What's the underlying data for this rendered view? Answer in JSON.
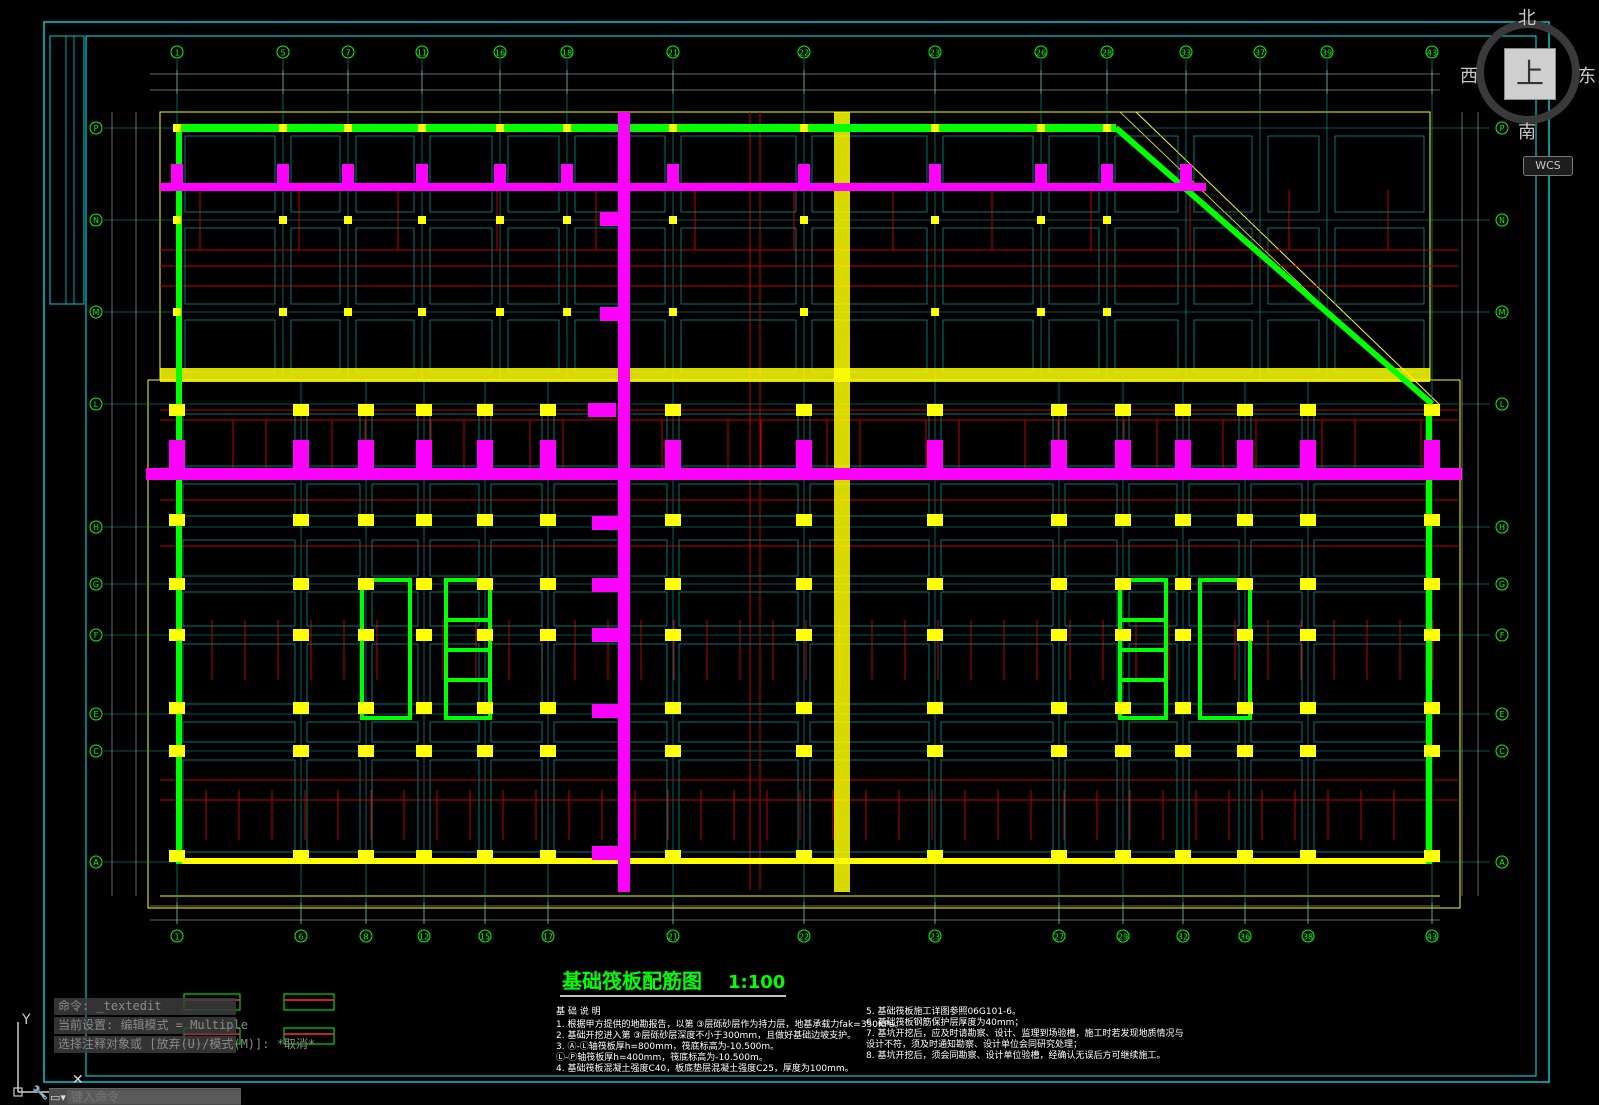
{
  "drawing": {
    "title": "基础筏板配筋图",
    "scale": "1:100",
    "grid_top": [
      "1",
      "5",
      "7",
      "11",
      "16",
      "18",
      "21",
      "22",
      "23",
      "26",
      "28",
      "33",
      "37",
      "39",
      "43"
    ],
    "grid_bottom": [
      "1",
      "6",
      "8",
      "12",
      "15",
      "17",
      "21",
      "22",
      "23",
      "27",
      "29",
      "32",
      "36",
      "38",
      "43"
    ],
    "grid_rows": [
      "P",
      "N",
      "M",
      "L",
      "H",
      "G",
      "F",
      "E",
      "C",
      "A"
    ],
    "notes_heading": "基 础 说 明",
    "notes_left": [
      "1. 根据甲方提供的地勘报告，以第 ③层砾砂层作为持力层，地基承载力fak=350KPa。",
      "2. 基础开挖进入第 ③层砾砂层深度不小于300mm，且做好基础边坡支护。",
      "3. Ⓐ-Ⓛ轴筏板厚h=800mm，筏底标高为-10.500m。",
      "   Ⓛ-Ⓟ轴筏板厚h=400mm，筏底标高为-10.500m。",
      "4. 基础筏板混凝土强度C40，板底垫层混凝土强度C25，厚度为100mm。"
    ],
    "notes_right": [
      "5. 基础筏板施工详图参照06G101-6。",
      "6. 基础筏板钢筋保护层厚度为40mm；",
      "7. 基坑开挖后，应及时请勘察、设计、监理到场验槽，施工时若发现地质情况与",
      "   设计不符，须及时通知勘察、设计单位会同研究处理；",
      "8. 基坑开挖后，须会同勘察、设计单位验槽，经确认无误后方可继续施工。"
    ]
  },
  "viewcube": {
    "north": "北",
    "south": "南",
    "west": "西",
    "east": "东",
    "face": "上",
    "wcs_label": "WCS"
  },
  "command": {
    "history": [
      "命令: _textedit",
      "当前设置: 编辑模式 = Multiple",
      "选择注释对象或 [放弃(U)/模式(M)]: *取消*"
    ],
    "input_placeholder": "键入命令"
  },
  "ucs": {
    "y_label": "Y",
    "x_label": "X"
  },
  "colors": {
    "background": "#000000",
    "border": "#00c8d0",
    "grid_line": "#00a8a8",
    "beam_yellow": "#ffff00",
    "beam_magenta": "#ff00ff",
    "rebar_green": "#00ff00",
    "rebar_red": "#c00000",
    "text_green": "#00ff00"
  }
}
